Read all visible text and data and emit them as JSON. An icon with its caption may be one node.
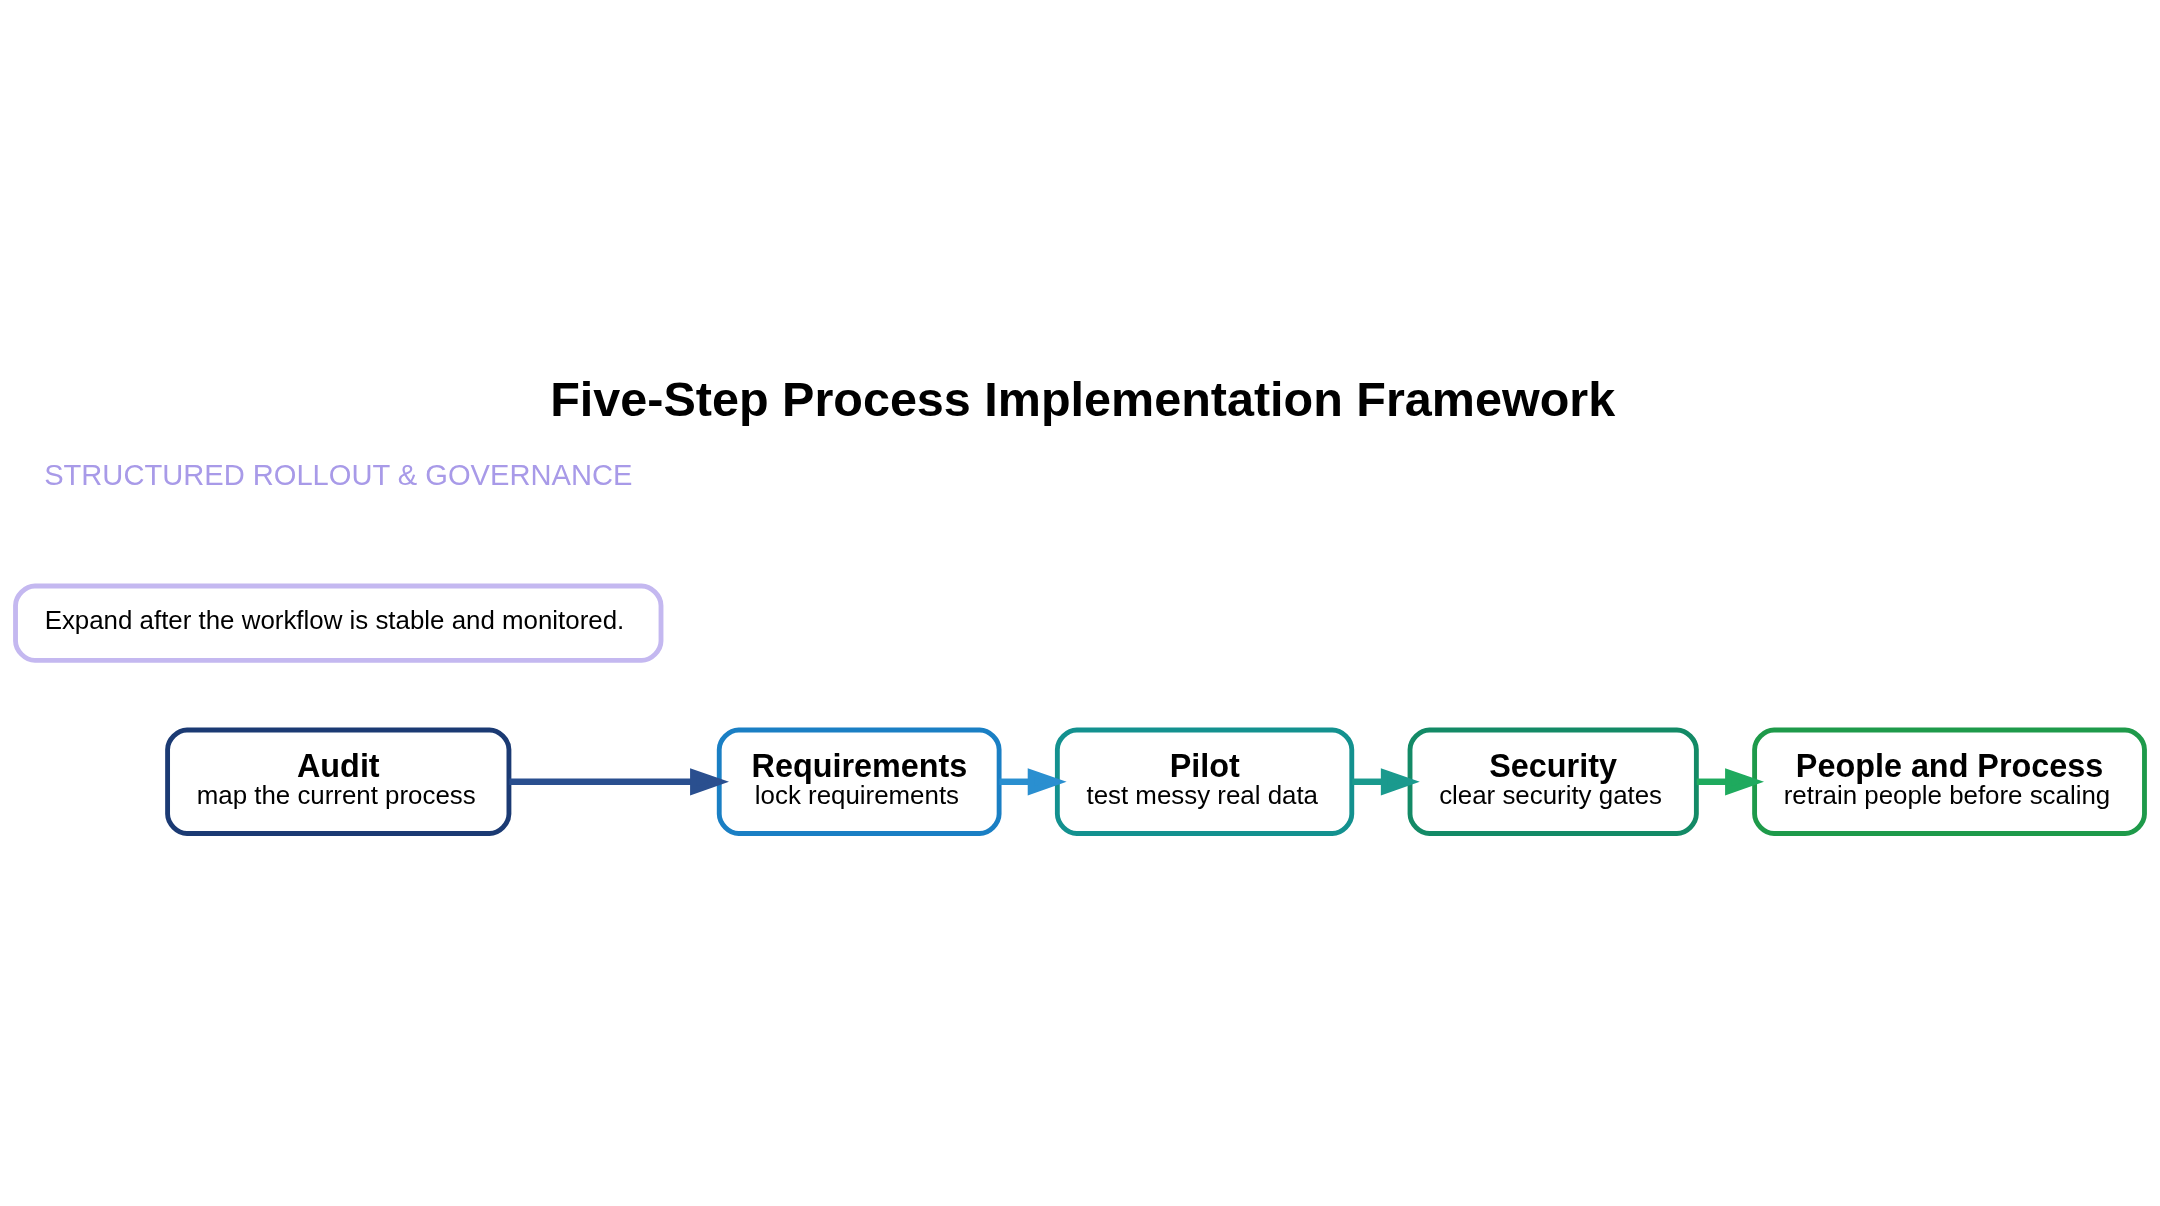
{
  "diagram": {
    "title": "Five-Step Process Implementation Framework",
    "nodes": [
      {
        "text": [
          "Audit",
          "map the current process"
        ]
      },
      {
        "text": [
          "Requirements",
          "lock requirements"
        ]
      },
      {
        "text": [
          "Pilot",
          "test messy real data"
        ]
      },
      {
        "text": [
          "Security",
          "clear security gates"
        ]
      },
      {
        "text": [
          "People and Process",
          "retrain people before scaling"
        ]
      },
      {
        "text": [
          "Expand after the workflow is stable and monitored."
        ]
      }
    ],
    "edges": [
      {
        "from": 0,
        "to": 1,
        "arrow": "to",
        "color": "#2a4f8f"
      },
      {
        "from": 1,
        "to": 2,
        "arrow": "to",
        "color": "#2a8fd0"
      },
      {
        "from": 2,
        "to": 3,
        "arrow": "to",
        "color": "#1a9a8e"
      },
      {
        "from": 3,
        "to": 4,
        "arrow": "to",
        "color": "#1faa5e"
      }
    ],
    "labels": [
      "STRUCTURED ROLLOUT & GOVERNANCE"
    ]
  }
}
